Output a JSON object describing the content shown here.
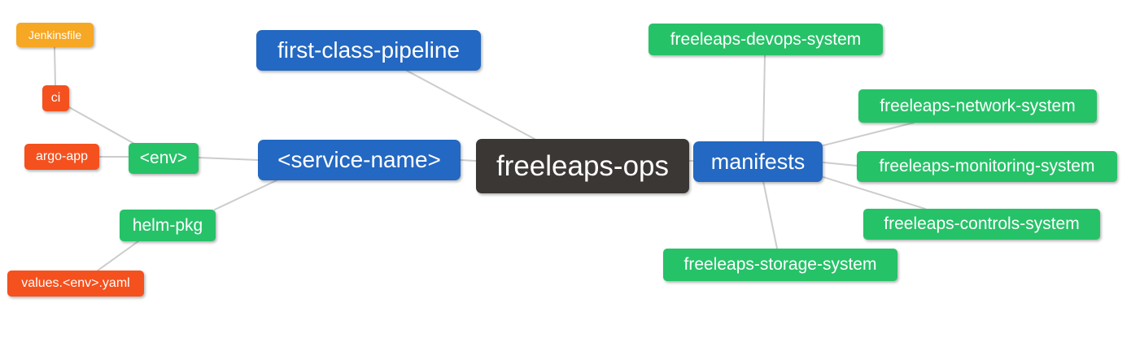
{
  "mindmap": {
    "title": "freeleaps-ops repository structure mind map",
    "colors": {
      "blue": "#2368c2",
      "green": "#26c268",
      "red": "#f4511e",
      "orange": "#f6a724",
      "dark": "#3b3735",
      "edge": "#cccccc",
      "background": "#ffffff",
      "node_text": "#ffffff"
    },
    "nodes": [
      {
        "id": "jenkinsfile",
        "label": "Jenkinsfile",
        "color": "orange"
      },
      {
        "id": "ci",
        "label": "ci",
        "color": "red"
      },
      {
        "id": "argo-app",
        "label": "argo-app",
        "color": "red"
      },
      {
        "id": "env",
        "label": "<env>",
        "color": "green"
      },
      {
        "id": "first-class-pipeline",
        "label": "first-class-pipeline",
        "color": "blue"
      },
      {
        "id": "service-name",
        "label": "<service-name>",
        "color": "blue"
      },
      {
        "id": "freeleaps-ops",
        "label": "freeleaps-ops",
        "color": "dark"
      },
      {
        "id": "manifests",
        "label": "manifests",
        "color": "blue"
      },
      {
        "id": "freeleaps-devops-system",
        "label": "freeleaps-devops-system",
        "color": "green"
      },
      {
        "id": "freeleaps-network-system",
        "label": "freeleaps-network-system",
        "color": "green"
      },
      {
        "id": "freeleaps-monitoring-system",
        "label": "freeleaps-monitoring-system",
        "color": "green"
      },
      {
        "id": "freeleaps-controls-system",
        "label": "freeleaps-controls-system",
        "color": "green"
      },
      {
        "id": "freeleaps-storage-system",
        "label": "freeleaps-storage-system",
        "color": "green"
      },
      {
        "id": "helm-pkg",
        "label": "helm-pkg",
        "color": "green"
      },
      {
        "id": "values-env-yaml",
        "label": "values.<env>.yaml",
        "color": "red"
      }
    ],
    "edges": [
      {
        "from": "jenkinsfile",
        "to": "ci"
      },
      {
        "from": "ci",
        "to": "env"
      },
      {
        "from": "argo-app",
        "to": "env"
      },
      {
        "from": "env",
        "to": "service-name"
      },
      {
        "from": "service-name",
        "to": "freeleaps-ops"
      },
      {
        "from": "first-class-pipeline",
        "to": "freeleaps-ops"
      },
      {
        "from": "freeleaps-ops",
        "to": "manifests"
      },
      {
        "from": "freeleaps-devops-system",
        "to": "manifests"
      },
      {
        "from": "manifests",
        "to": "freeleaps-network-system"
      },
      {
        "from": "manifests",
        "to": "freeleaps-monitoring-system"
      },
      {
        "from": "manifests",
        "to": "freeleaps-controls-system"
      },
      {
        "from": "manifests",
        "to": "freeleaps-storage-system"
      },
      {
        "from": "service-name",
        "to": "helm-pkg"
      },
      {
        "from": "helm-pkg",
        "to": "values-env-yaml"
      }
    ]
  }
}
